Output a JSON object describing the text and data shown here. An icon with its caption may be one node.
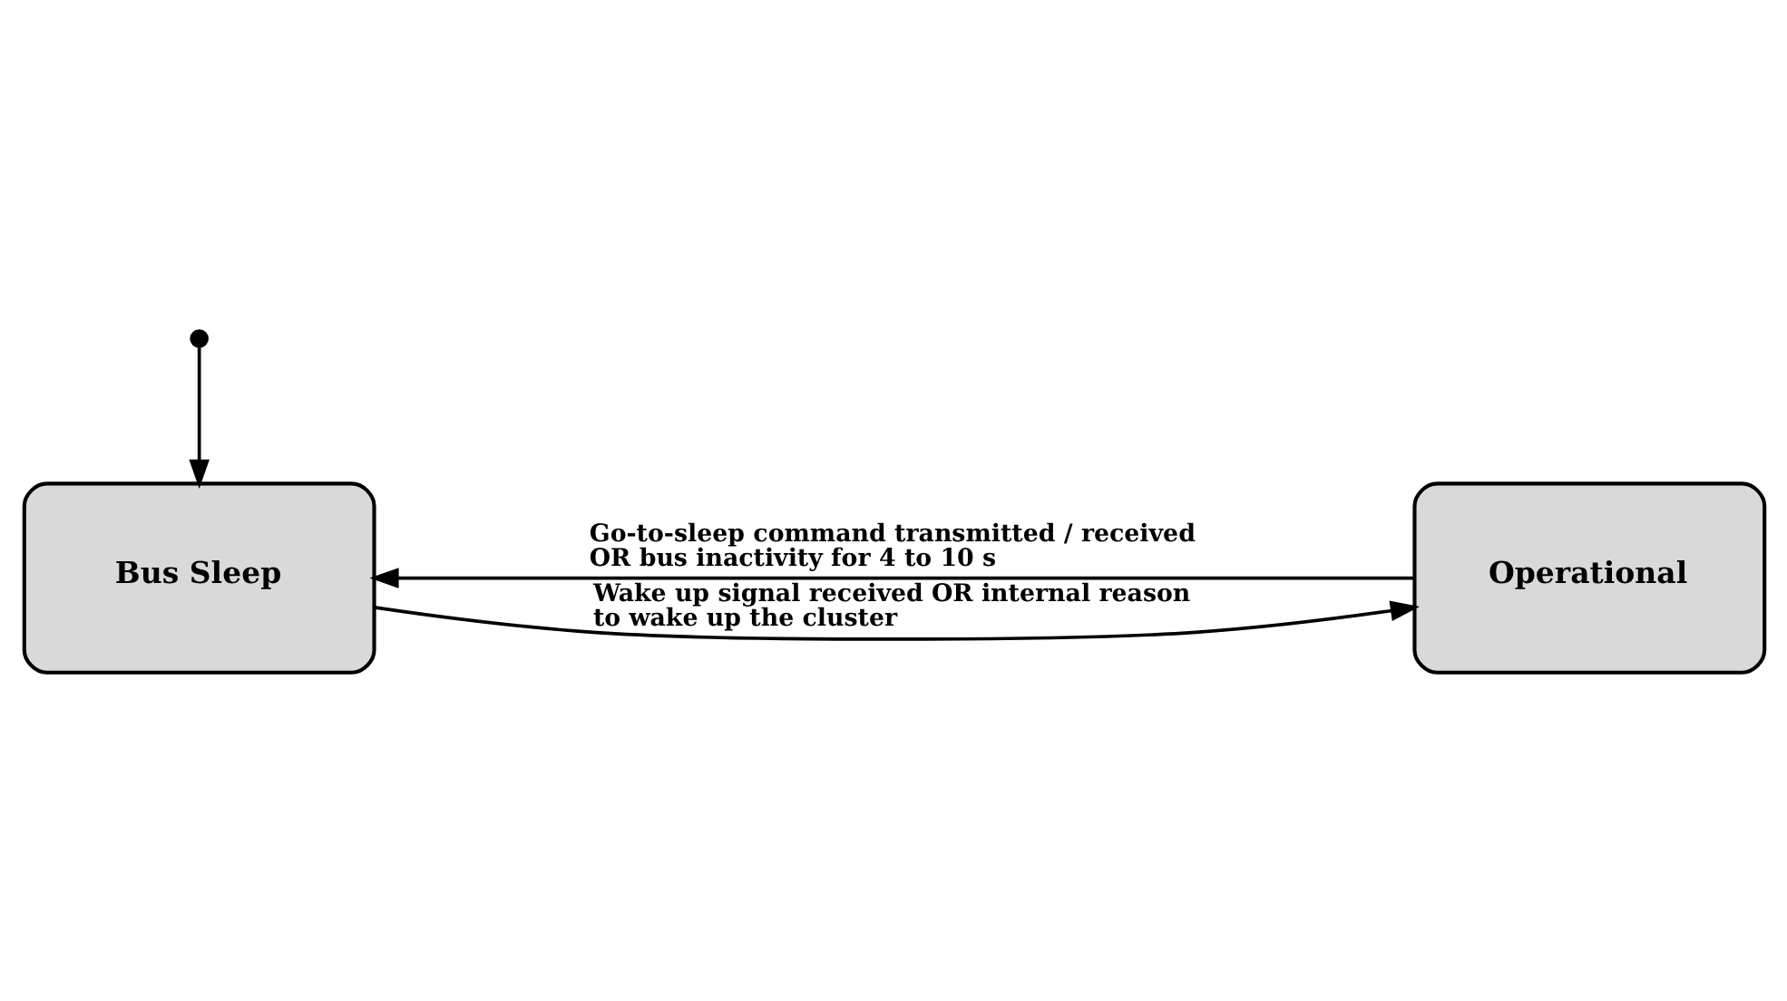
{
  "diagram": {
    "nodes": [
      {
        "text": [],
        "shape": "circle"
      },
      {
        "text": [
          "Bus Sleep"
        ]
      },
      {
        "text": [
          "Operational"
        ]
      }
    ],
    "edges": [
      {
        "from": 0,
        "to": 1,
        "arrow": "to"
      },
      {
        "from": 1,
        "to": 2,
        "arrow": "to",
        "label": "Wake up signal received OR internal reason to wake up the cluster"
      },
      {
        "from": 2,
        "to": 1,
        "arrow": "to",
        "label": "Go-to-sleep command transmitted / received OR bus inactivity for 4 to 10 s"
      }
    ]
  }
}
